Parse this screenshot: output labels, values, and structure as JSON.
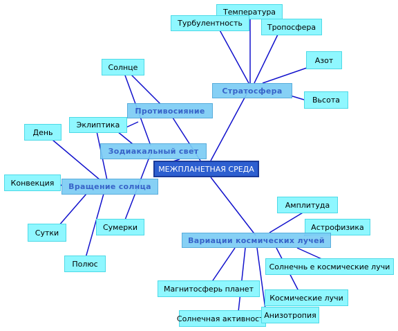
{
  "diagram": {
    "center": "МЕЖПЛАНЕТНАЯ СРЕДА",
    "topics": {
      "stratosphere": "Стратосфера",
      "counterglow": "Противосияние",
      "zodiacal": "Зодиакальный свет",
      "sun_rotation": "Вращение солнца",
      "cosmic_variations": "Вариации космических лучей"
    },
    "leaves": {
      "temperature": "Температура",
      "turbulence": "Турбулентность",
      "troposphere": "Тропосфера",
      "nitrogen": "Азот",
      "altitude": "Вьсота",
      "sun": "Солнце",
      "ecliptic": "Эклиптика",
      "day": "День",
      "convection": "Конвекция",
      "days24": "Сутки",
      "twilight": "Сумерки",
      "pole": "Полюс",
      "amplitude": "Амплитуда",
      "astrophysics": "Астрофизика",
      "solar_cosmic_rays": "Солнечнь е космические лучи",
      "planet_magnetospheres": "Магнитосферь планет",
      "cosmic_rays": "Космические лучи",
      "anisotropy": "Анизотропия",
      "solar_activity": "Солнечная активность"
    }
  }
}
